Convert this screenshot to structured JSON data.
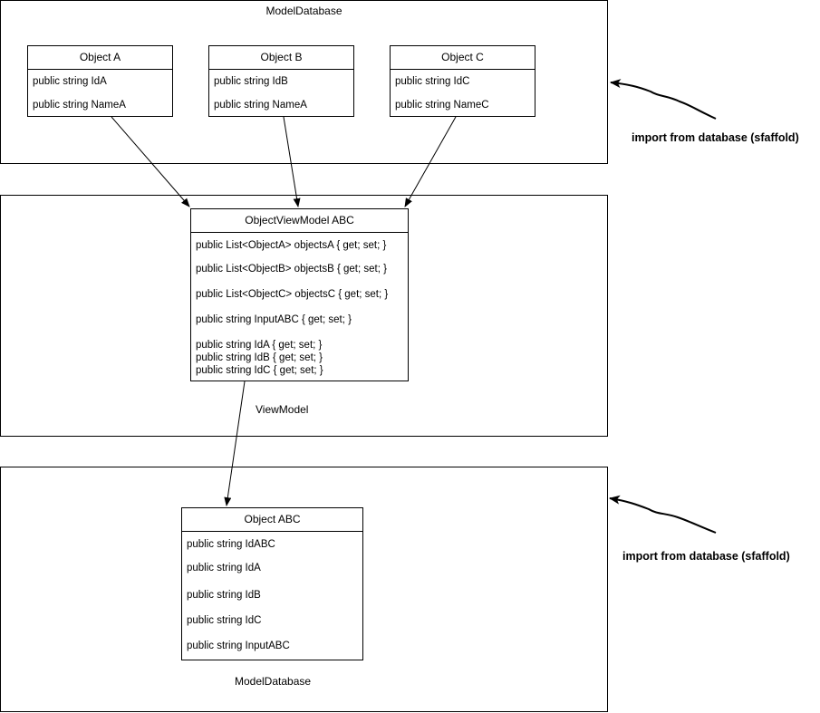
{
  "frames": {
    "top_label": "ModelDatabase",
    "middle_label": "ViewModel",
    "bottom_label": "ModelDatabase"
  },
  "object_a": {
    "title": "Object A",
    "fields": [
      "public string IdA",
      "public string NameA"
    ]
  },
  "object_b": {
    "title": "Object B",
    "fields": [
      "public string IdB",
      "public string NameA"
    ]
  },
  "object_c": {
    "title": "Object C",
    "fields": [
      "public string IdC",
      "public string NameC"
    ]
  },
  "view_model": {
    "title": "ObjectViewModel ABC",
    "fields": [
      "public List<ObjectA> objectsA { get; set; }",
      "public List<ObjectB> objectsB { get; set; }",
      "public List<ObjectC> objectsC { get; set; }",
      "public string InputABC { get; set; }",
      "public string IdA { get; set; }",
      "public string IdB { get; set; }",
      "public string IdC { get; set; }"
    ]
  },
  "object_abc": {
    "title": "Object ABC",
    "fields": [
      "public string IdABC",
      "public string IdA",
      "public string IdB",
      "public string IdC",
      "public string InputABC"
    ]
  },
  "notes": {
    "top": "import from database (sfaffold)",
    "bottom": "import from database (sfaffold)"
  }
}
